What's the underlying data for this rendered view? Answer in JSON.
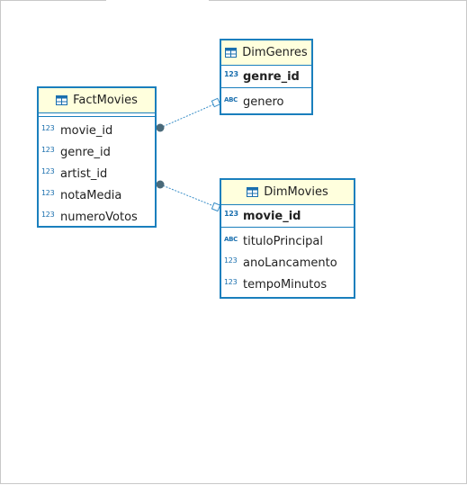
{
  "entities": {
    "fact_movies": {
      "title": "FactMovies",
      "columns": [
        {
          "type": "123",
          "name": "movie_id"
        },
        {
          "type": "123",
          "name": "genre_id"
        },
        {
          "type": "123",
          "name": "artist_id"
        },
        {
          "type": "123",
          "name": "notaMedia"
        },
        {
          "type": "123",
          "name": "numeroVotos"
        }
      ]
    },
    "dim_genres": {
      "title": "DimGenres",
      "pk": {
        "type": "123",
        "name": "genre_id"
      },
      "columns": [
        {
          "type": "ABC",
          "name": "genero"
        }
      ]
    },
    "dim_movies": {
      "title": "DimMovies",
      "pk": {
        "type": "123",
        "name": "movie_id"
      },
      "columns": [
        {
          "type": "ABC",
          "name": "tituloPrincipal"
        },
        {
          "type": "123",
          "name": "anoLancamento"
        },
        {
          "type": "123",
          "name": "tempoMinutos"
        }
      ]
    }
  },
  "colors": {
    "border": "#1a7fbd",
    "header_bg": "#ffffdd",
    "link": "#3a8fc8",
    "link_dot": "#4a6a7a"
  }
}
